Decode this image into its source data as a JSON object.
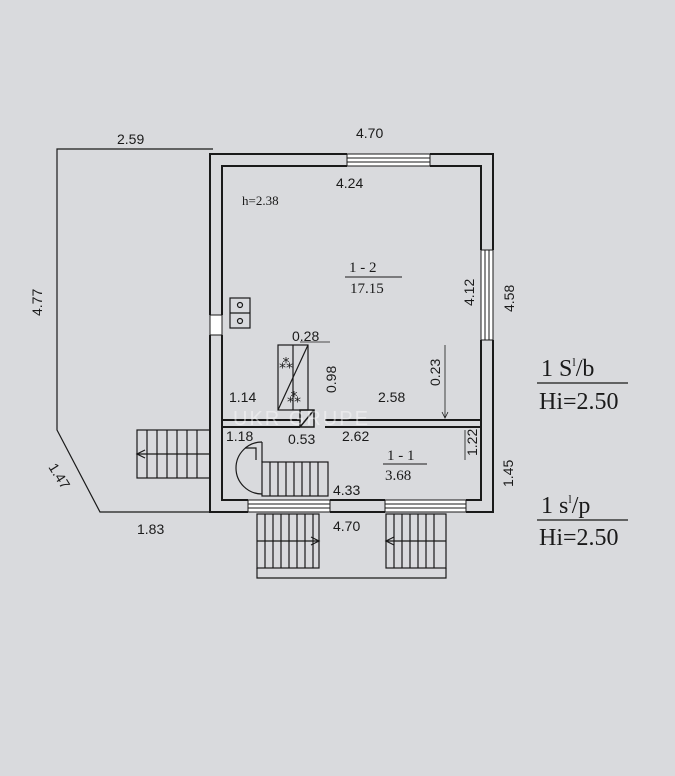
{
  "plan": {
    "dimensions": {
      "top_outer": "4.70",
      "top_inner": "4.24",
      "terrace_top": "2.59",
      "left_outer": "4.77",
      "right_outer": "4.58",
      "right_inner": "4.12",
      "bottom_outer": "4.70",
      "bottom_inner": "4.33",
      "left_bottom": "1.83",
      "diagonal": "1.47",
      "right_lower": "1.45",
      "right_lower_inner": "1.22",
      "stair_width": "1.14",
      "stair_depth": "0.98",
      "stair_top": "0.28",
      "room_partition": "2.58",
      "wall_offset": "0.23",
      "hall_left": "1.18",
      "hall_small": "0.53",
      "hall_width": "2.62"
    },
    "ceiling_height": "h=2.38",
    "rooms": [
      {
        "id": "1 - 2",
        "area": "17.15"
      },
      {
        "id": "1 - 1",
        "area": "3.68"
      }
    ],
    "watermark": "UKR GRUPE"
  },
  "legend": [
    {
      "label": "1 S",
      "sup": "l",
      "suffix": "/b",
      "height": "Hi=2.50"
    },
    {
      "label": "1 s",
      "sup": "l",
      "suffix": "/p",
      "height": "Hi=2.50"
    }
  ]
}
